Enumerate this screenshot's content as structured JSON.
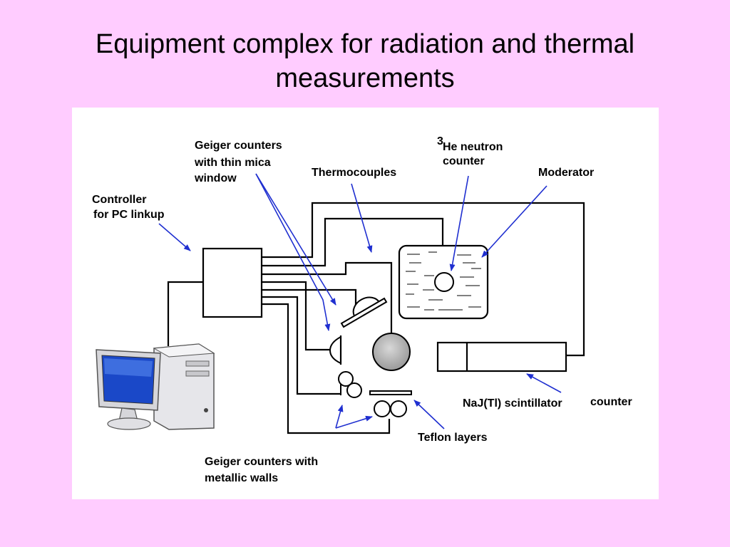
{
  "title_line1": "Equipment complex for radiation and thermal",
  "title_line2": "measurements",
  "labels": {
    "geiger_mica_1": "Geiger counters",
    "geiger_mica_2": "with thin mica",
    "geiger_mica_3": "window",
    "thermocouples": "Thermocouples",
    "he_sup": "3",
    "he_1": "He neutron",
    "he_2": "counter",
    "moderator": "Moderator",
    "controller_1": "Controller",
    "controller_2": "for PC linkup",
    "naj": "NaJ(Tl) scintillator",
    "counter": "counter",
    "teflon": "Teflon layers",
    "geiger_metal_1": "Geiger counters with",
    "geiger_metal_2": "metallic walls"
  },
  "colors": {
    "background": "#ffccff",
    "panel": "#ffffff",
    "arrow": "#1f2fd0",
    "sphere": "#b8b8b8"
  }
}
